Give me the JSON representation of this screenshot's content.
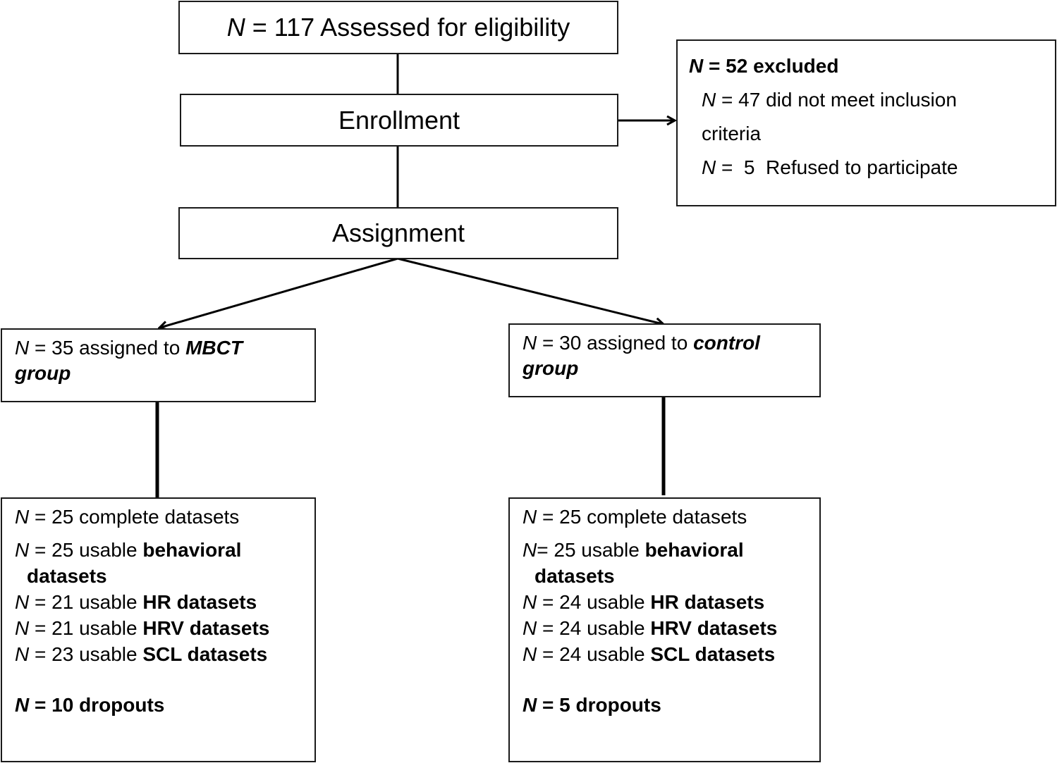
{
  "top": {
    "n": "N",
    "text": " = 117 Assessed for eligibility"
  },
  "enrollment": {
    "label": "Enrollment"
  },
  "assignment": {
    "label": "Assignment"
  },
  "excluded": {
    "header_n": "N",
    "header_text": " = 52 excluded",
    "line1_n": "N",
    "line1_text": " = 47 did not meet inclusion",
    "line2_text": "criteria",
    "line3_n": "N",
    "line3_text": " =  5  Refused to participate"
  },
  "mbct": {
    "n": "N",
    "prefix": " = 35 assigned to ",
    "bold1": "MBCT",
    "bold2": "group"
  },
  "control": {
    "n": "N",
    "prefix": " = 30 assigned to ",
    "bold1": "control",
    "bold2": "group"
  },
  "mbct_results": {
    "complete_n": "N",
    "complete_text": " = 25 complete datasets",
    "beh_n": "N",
    "beh_text": " = 25 usable ",
    "beh_bold": "behavioral",
    "beh_bold2": "datasets",
    "hr_n": "N",
    "hr_text": " = 21 usable ",
    "hr_bold": "HR datasets",
    "hrv_n": "N",
    "hrv_text": " = 21 usable ",
    "hrv_bold": "HRV datasets",
    "scl_n": "N",
    "scl_text": " = 23 usable ",
    "scl_bold": "SCL datasets",
    "drop_n": "N",
    "drop_text": " = 10 dropouts"
  },
  "control_results": {
    "complete_n": "N",
    "complete_text": " = 25 complete datasets",
    "beh_n": "N",
    "beh_text": "= 25 usable ",
    "beh_bold": "behavioral",
    "beh_bold2": "datasets",
    "hr_n": "N",
    "hr_text": " = 24 usable ",
    "hr_bold": "HR datasets",
    "hrv_n": "N",
    "hrv_text": " = 24 usable ",
    "hrv_bold": "HRV datasets",
    "scl_n": "N",
    "scl_text": " = 24 usable ",
    "scl_bold": "SCL datasets",
    "drop_n": "N",
    "drop_text": " = 5 dropouts"
  }
}
